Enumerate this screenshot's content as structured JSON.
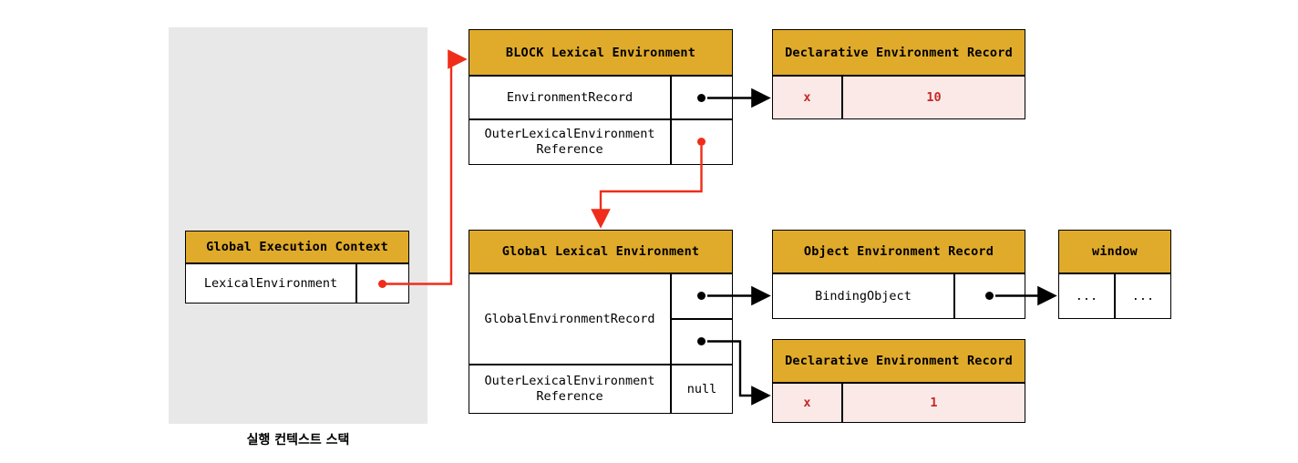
{
  "stack": {
    "caption": "실행 컨텍스트 스택"
  },
  "colors": {
    "header_gold": "#e0ab2b",
    "record_pink": "#fbe9e7",
    "value_red": "#c62828",
    "arrow_red": "#ef2d1a",
    "arrow_black": "#000000",
    "stack_gray": "#e8e8e8"
  },
  "global_execution_context": {
    "title": "Global Execution Context",
    "rows": [
      {
        "label": "LexicalEnvironment",
        "pointer": "red-dot"
      }
    ]
  },
  "block_lexical_environment": {
    "title": "BLOCK Lexical Environment",
    "rows": [
      {
        "label": "EnvironmentRecord",
        "pointer": "black-dot"
      },
      {
        "label": "OuterLexicalEnvironment\nReference",
        "pointer": "red-dot"
      }
    ]
  },
  "block_declarative_record": {
    "title": "Declarative Environment Record",
    "bindings": [
      {
        "name": "x",
        "value": "10"
      }
    ]
  },
  "global_lexical_environment": {
    "title": "Global Lexical Environment",
    "rows": [
      {
        "label": "GlobalEnvironmentRecord",
        "pointer_top": "black-dot",
        "pointer_bottom": "black-dot"
      },
      {
        "label": "OuterLexicalEnvironment\nReference",
        "value": "null"
      }
    ]
  },
  "object_environment_record": {
    "title": "Object Environment Record",
    "rows": [
      {
        "label": "BindingObject",
        "pointer": "black-dot"
      }
    ]
  },
  "window_object": {
    "title": "window",
    "cells": [
      "...",
      "..."
    ]
  },
  "global_declarative_record": {
    "title": "Declarative Environment Record",
    "bindings": [
      {
        "name": "x",
        "value": "1"
      }
    ]
  }
}
